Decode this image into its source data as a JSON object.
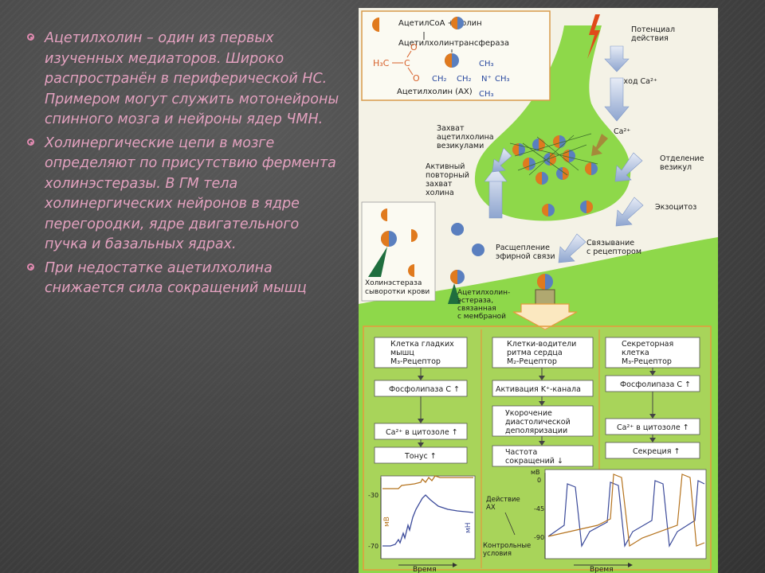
{
  "slide": {
    "bullets": [
      "Ацетилхолин – один из первых изученных медиаторов. Широко распространён в периферической НС. Примером могут служить мотонейроны спинного мозга и нейроны ядер ЧМН.",
      "Холинергические цепи в мозге определяют по присутствию фермента холинэстеразы. В ГМ тела холинергических нейронов в ядре перегородки, ядре двигательного пучка и базальных ядрах.",
      "При недостатке ацетилхолина снижается сила сокращений мышц"
    ]
  },
  "figure": {
    "synthesis": {
      "reaction": "АцетилCoA + холин",
      "enzyme": "Ацетилхолинтрансфераза",
      "h3c": "H₃C",
      "c": "C",
      "o_top": "O",
      "o": "O",
      "ch2_a": "CH₂",
      "ch2_b": "CH₂",
      "n_plus": "N⁺",
      "ch3_top": "CH₃",
      "ch3_right": "CH₃",
      "ch3_bottom": "CH₃",
      "product": "Ацетилхолин (АХ)"
    },
    "labels": {
      "action_potential": [
        "Потенциал",
        "действия"
      ],
      "ca_entry": "Вход Ca²⁺",
      "ca": "Ca²⁺",
      "vesicle_uptake": [
        "Захват",
        "ацетилхолина",
        "везикулами"
      ],
      "vesicle_separation": [
        "Отделение",
        "везикул"
      ],
      "reuptake": [
        "Активный",
        "повторный",
        "захват",
        "холина"
      ],
      "exocytosis": "Экзоцитоз",
      "ester_cleavage": [
        "Расщепление",
        "эфирной связи"
      ],
      "receptor_binding": [
        "Связывание",
        "с рецептором"
      ],
      "serum_che": [
        "Холинэстераза",
        "сыворотки крови"
      ],
      "membrane_ache": [
        "Ацетилхолин-",
        "эстераза,",
        "связанная",
        "с мембраной"
      ]
    },
    "columns": {
      "smooth": {
        "title": [
          "Клетка гладких",
          "мышц",
          "M₃-Рецептор"
        ],
        "steps": [
          "Фосфолипаза C ↑",
          "Ca²⁺ в цитозоле ↑",
          "Тонус ↑"
        ]
      },
      "pacemaker": {
        "title": [
          "Клетки-водители",
          "ритма сердца",
          "M₂-Рецептор"
        ],
        "steps": [
          "Активация K⁺-канала",
          "Укорочение",
          "диастолической",
          "деполяризации",
          "Частота",
          "сокращений ↓"
        ]
      },
      "secretory": {
        "title": [
          "Секреторная",
          "клетка",
          "M₃-Рецептор"
        ],
        "steps": [
          "Фосфолипаза C ↑",
          "Ca²⁺ в цитозоле ↑",
          "Секреция ↑"
        ]
      }
    },
    "graph_left": {
      "ytick_top": "-30",
      "ytick_bottom": "-70",
      "ylabel_left": "мВ",
      "ylabel_right": "мН",
      "xlabel": "Время"
    },
    "graph_right": {
      "ylabel": "мВ",
      "ytick_0": "0",
      "ytick_1": "-45",
      "ytick_2": "-90",
      "action_label": [
        "Действие",
        "АХ"
      ],
      "control_label": [
        "Контрольные",
        "условия"
      ],
      "xlabel": "Время"
    },
    "colors": {
      "green": "#8ed84a",
      "orange": "#e07a1e",
      "blue_vesicle": "#5a7fbf",
      "panel_border": "#e59a3c",
      "graph_blue": "#3b4a9a",
      "graph_orange": "#b5731e"
    }
  }
}
